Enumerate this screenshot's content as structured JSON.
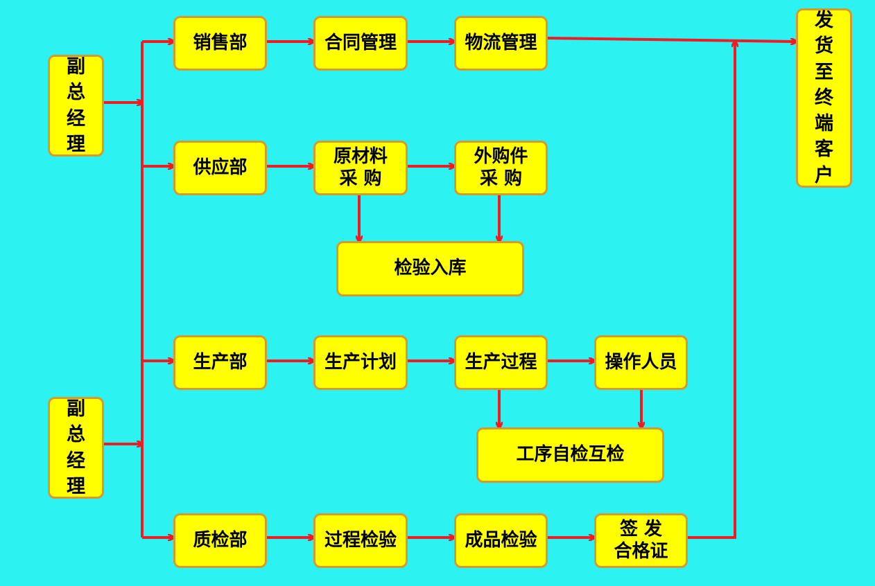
{
  "nodes": {
    "vp_top": "副\n总\n经\n理",
    "vp_bottom": "副\n总\n经\n理",
    "sales": "销售部",
    "contract": "合同管理",
    "logistics": "物流管理",
    "ship": "发\n货\n至\n终\n端\n客\n户",
    "supply": "供应部",
    "raw_purchase": "原材料\n采  购",
    "outsourced_purchase": "外购件\n采  购",
    "inspect_store": "检验入库",
    "production": "生产部",
    "prod_plan": "生产计划",
    "prod_process": "生产过程",
    "operators": "操作人员",
    "self_check": "工序自检互检",
    "quality": "质检部",
    "process_inspect": "过程检验",
    "final_inspect": "成品检验",
    "certificate": "签  发\n合格证"
  },
  "colors": {
    "background": "#2cf2f2",
    "box_fill": "#ffff00",
    "box_border": "#d39a2e",
    "arrow": "#ee1c25"
  }
}
